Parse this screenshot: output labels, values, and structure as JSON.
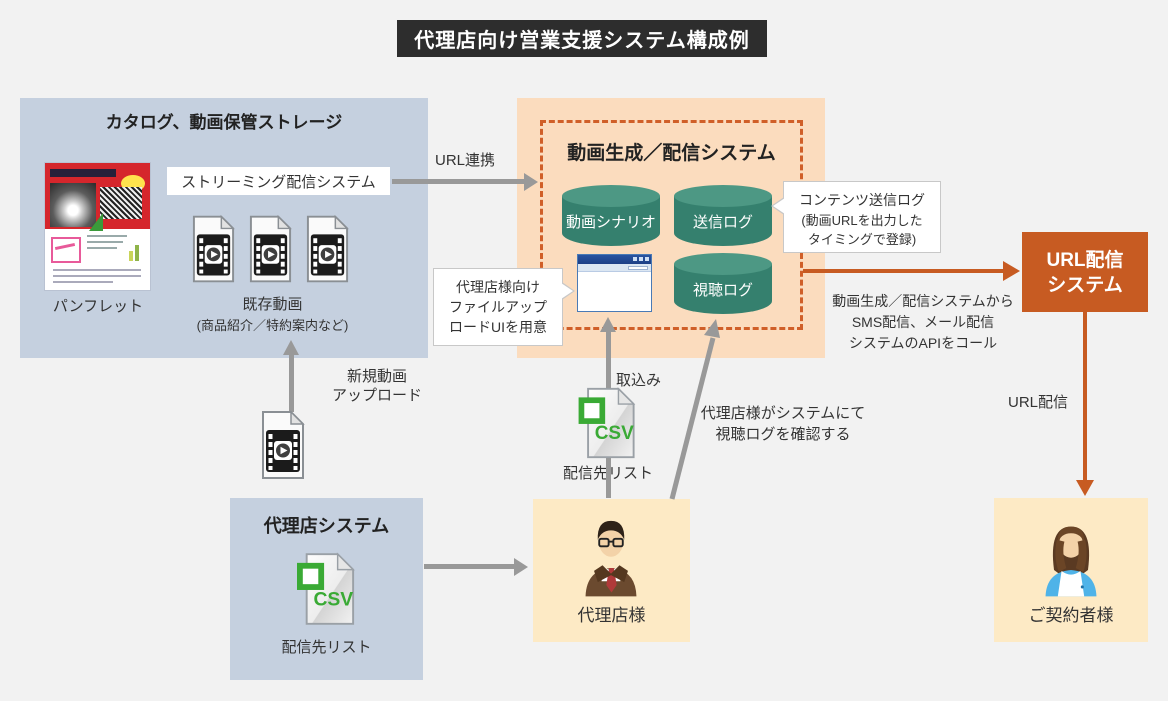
{
  "title": "代理店向け営業支援システム構成例",
  "storage": {
    "title": "カタログ、動画保管ストレージ",
    "pamphlet_label": "パンフレット",
    "streaming_system_label": "ストリーミング配信システム",
    "existing_videos_label": "既存動画",
    "existing_videos_note": "(商品紹介／特約案内など)"
  },
  "video_system": {
    "title": "動画生成／配信システム",
    "db_scenario": "動画シナリオ",
    "db_send_log": "送信ログ",
    "db_view_log": "視聴ログ"
  },
  "url_system": {
    "line1": "URL配信",
    "line2": "システム"
  },
  "agency_system": {
    "title": "代理店システム",
    "csv_label": "配信先リスト"
  },
  "agent": {
    "label": "代理店様"
  },
  "customer": {
    "label": "ご契約者様"
  },
  "middle_csv": {
    "label": "配信先リスト"
  },
  "csv_badge": "CSV",
  "labels": {
    "url_link": "URL連携",
    "new_video_upload": [
      "新規動画",
      "アップロード"
    ],
    "import": "取込み",
    "url_delivery": "URL配信"
  },
  "notes": {
    "content_log": [
      "コンテンツ送信ログ",
      "(動画URLを出力した",
      "タイミングで登録)"
    ],
    "upload_ui": [
      "代理店様向け",
      "ファイルアップ",
      "ロードUIを用意"
    ],
    "api_call": [
      "動画生成／配信システムから",
      "SMS配信、メール配信",
      "システムのAPIをコール"
    ],
    "view_log_check": [
      "代理店様がシステムにて",
      "視聴ログを確認する"
    ]
  },
  "colors": {
    "background": "#f2f2f2",
    "panel_blue": "#c5d0df",
    "panel_orange": "#fbdcbe",
    "panel_beige": "#fdeac5",
    "accent_orange": "#c75b22",
    "cylinder_green": "#35806e",
    "arrow_gray": "#999999",
    "title_bar": "#2d2d2d"
  }
}
